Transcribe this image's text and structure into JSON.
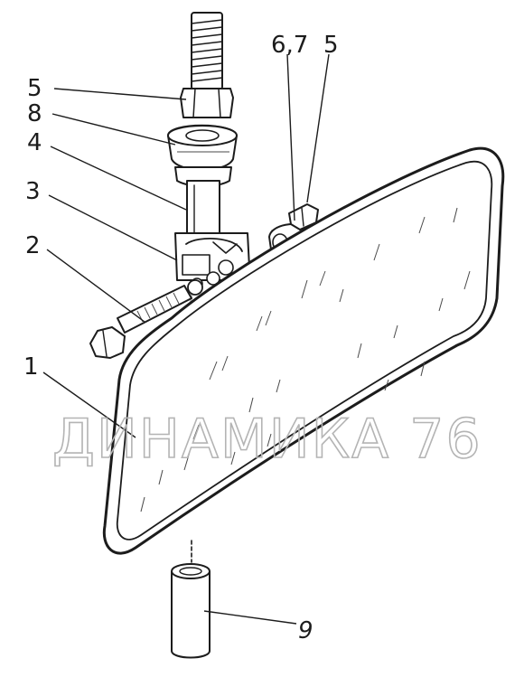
{
  "callouts": {
    "c5_left": "5",
    "c8": "8",
    "c4": "4",
    "c3": "3",
    "c2": "2",
    "c1": "1",
    "c67": "6,7",
    "c5_right": "5",
    "c9": "9"
  },
  "watermark": {
    "text": "ДИНАМИКА 76"
  },
  "colors": {
    "ink": "#1c1c1c",
    "watermark": "#b4b4b4",
    "background": "#ffffff"
  }
}
